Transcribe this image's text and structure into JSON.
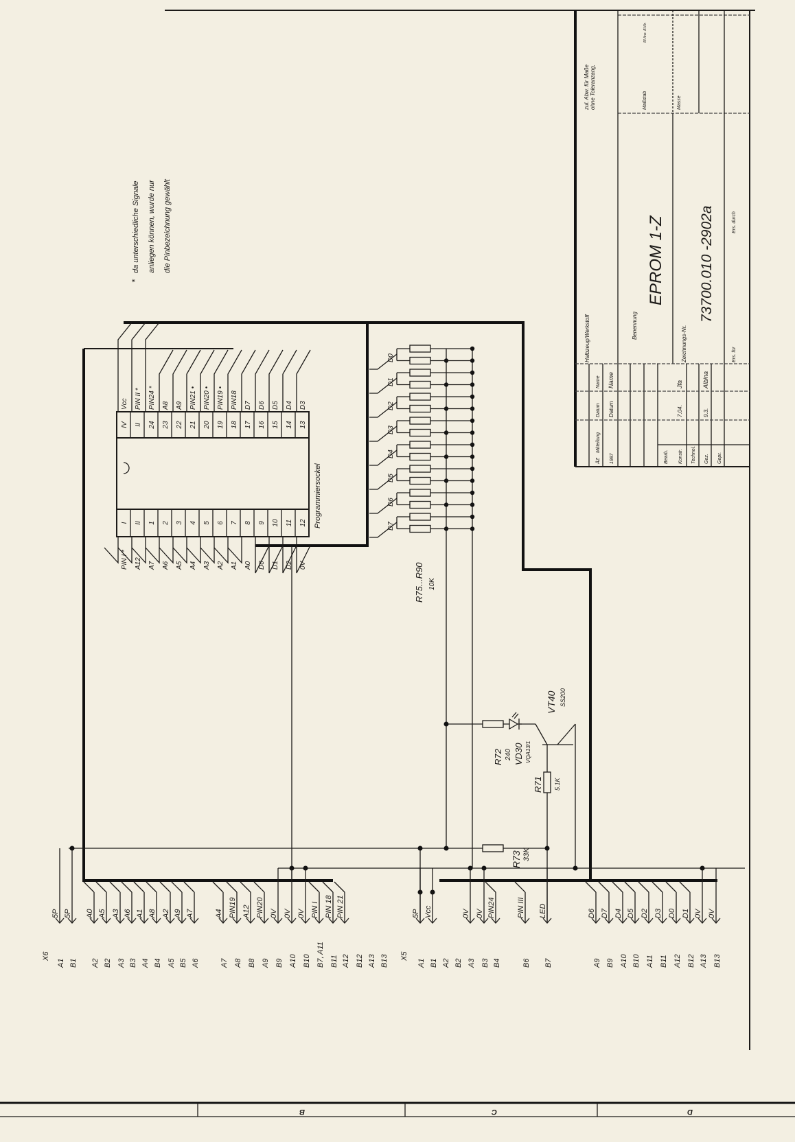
{
  "title_block": {
    "halbzeug": "Halbzeug/Werkstoff",
    "tolerance_1": "zul. Abw. für Maße",
    "tolerance_2": "ohne Toleranzang.",
    "massstab": "Maßstab",
    "masse": "Masse",
    "blatt": "Bl.Anz. Bl.Nr.",
    "benennung_label": "Benennung",
    "title": "EPROM 1-Z",
    "zeichnungs_label": "Zeichnungs-Nr.",
    "drawing_number": "73700.010 -2902a",
    "rev_headers": [
      "ÄZ",
      "Mitteilung",
      "Datum",
      "Name"
    ],
    "rows": [
      [
        "1987",
        "Datum",
        "Name"
      ],
      [
        "Bearb.",
        "",
        ""
      ],
      [
        "Konstr.",
        "7.04.",
        "Jfa"
      ],
      [
        "Technol.",
        "",
        ""
      ],
      [
        "Gez.",
        "9.3.",
        "Albina"
      ],
      [
        "Gepr.",
        "",
        ""
      ]
    ],
    "ers_fuer": "Ers. für",
    "ers_durch": "Ers. durch"
  },
  "note": {
    "marker": "*",
    "lines": [
      "da unterschiedliche Signale",
      "anliegen können, wurde nur",
      "die Pinbezeichnung gewählt"
    ]
  },
  "socket": {
    "label": "Programmiersockel",
    "top_pins": [
      "IV",
      "II",
      "24",
      "23",
      "22",
      "21",
      "20",
      "19",
      "18",
      "17",
      "16",
      "15",
      "14",
      "13"
    ],
    "top_labels": [
      "Vcc",
      "PIN II *",
      "PIN24 *",
      "A8",
      "A9",
      "PIN21 •",
      "PIN20 •",
      "PIN19 •",
      "PIN18",
      "D7",
      "D6",
      "D5",
      "D4",
      "D3"
    ],
    "bottom_pins": [
      "I",
      "II",
      "1",
      "2",
      "3",
      "4",
      "5",
      "6",
      "7",
      "8",
      "9",
      "10",
      "11",
      "12"
    ],
    "bottom_labels": [
      "PIN I *",
      "A12",
      "A7",
      "A6",
      "A5",
      "A4",
      "A3",
      "A2",
      "A1",
      "A0",
      "D0",
      "D1",
      "D2",
      "0V"
    ]
  },
  "resistor_network": {
    "ref": "R75...R90",
    "value": "10K",
    "data_labels": [
      "D0",
      "D1",
      "D2",
      "D3",
      "D4",
      "D5",
      "D6",
      "D7"
    ]
  },
  "components": {
    "r72": {
      "ref": "R72",
      "value": "240"
    },
    "vd30": {
      "ref": "VD30",
      "value": "VQA13/1"
    },
    "vt40": {
      "ref": "VT40",
      "value": "SS200"
    },
    "r71": {
      "ref": "R71",
      "value": "5.1K"
    },
    "r73": {
      "ref": "R73",
      "value": "33K"
    }
  },
  "x6": {
    "name": "X6",
    "pins": [
      {
        "pin": "A1",
        "signal": "5P"
      },
      {
        "pin": "B1",
        "signal": "5P"
      },
      {
        "pin": "A2",
        "signal": "A0"
      },
      {
        "pin": "B2",
        "signal": "A5"
      },
      {
        "pin": "A3",
        "signal": "A3"
      },
      {
        "pin": "B3",
        "signal": "A6"
      },
      {
        "pin": "A4",
        "signal": "A1"
      },
      {
        "pin": "B4",
        "signal": "A8"
      },
      {
        "pin": "A5",
        "signal": "A2"
      },
      {
        "pin": "B5",
        "signal": "A9"
      },
      {
        "pin": "A6",
        "signal": "A7"
      },
      {
        "pin": "A7",
        "signal": "A4"
      },
      {
        "pin": "A8",
        "signal": "PIN19"
      },
      {
        "pin": "B8",
        "signal": "A12"
      },
      {
        "pin": "A9",
        "signal": "PIN20"
      },
      {
        "pin": "B9",
        "signal": "0V"
      },
      {
        "pin": "A10",
        "signal": "0V"
      },
      {
        "pin": "B10",
        "signal": "0V"
      },
      {
        "pin": "B7, A11",
        "signal": "PIN I"
      },
      {
        "pin": "B11",
        "signal": "PIN 18"
      },
      {
        "pin": "A12",
        "signal": "PIN 21"
      },
      {
        "pin": "B12",
        "signal": ""
      },
      {
        "pin": "A13",
        "signal": ""
      },
      {
        "pin": "B13",
        "signal": ""
      }
    ]
  },
  "x5": {
    "name": "X5",
    "pins": [
      {
        "pin": "A1",
        "signal": "5P"
      },
      {
        "pin": "B1",
        "signal": "Vcc"
      },
      {
        "pin": "A2",
        "signal": ""
      },
      {
        "pin": "B2",
        "signal": ""
      },
      {
        "pin": "A3",
        "signal": "0V"
      },
      {
        "pin": "B3",
        "signal": "0V"
      },
      {
        "pin": "B4",
        "signal": "PIN24"
      },
      {
        "pin": "B6",
        "signal": "PIN III"
      },
      {
        "pin": "B7",
        "signal": "LED"
      },
      {
        "pin": "A9",
        "signal": "D6"
      },
      {
        "pin": "B9",
        "signal": "D7"
      },
      {
        "pin": "A10",
        "signal": "D4"
      },
      {
        "pin": "B10",
        "signal": "D5"
      },
      {
        "pin": "A11",
        "signal": "D2"
      },
      {
        "pin": "B11",
        "signal": "D3"
      },
      {
        "pin": "A12",
        "signal": "D0"
      },
      {
        "pin": "B12",
        "signal": "D1"
      },
      {
        "pin": "A13",
        "signal": "0V"
      },
      {
        "pin": "B13",
        "signal": "0V"
      }
    ]
  },
  "zones": [
    "B",
    "C",
    "D"
  ]
}
